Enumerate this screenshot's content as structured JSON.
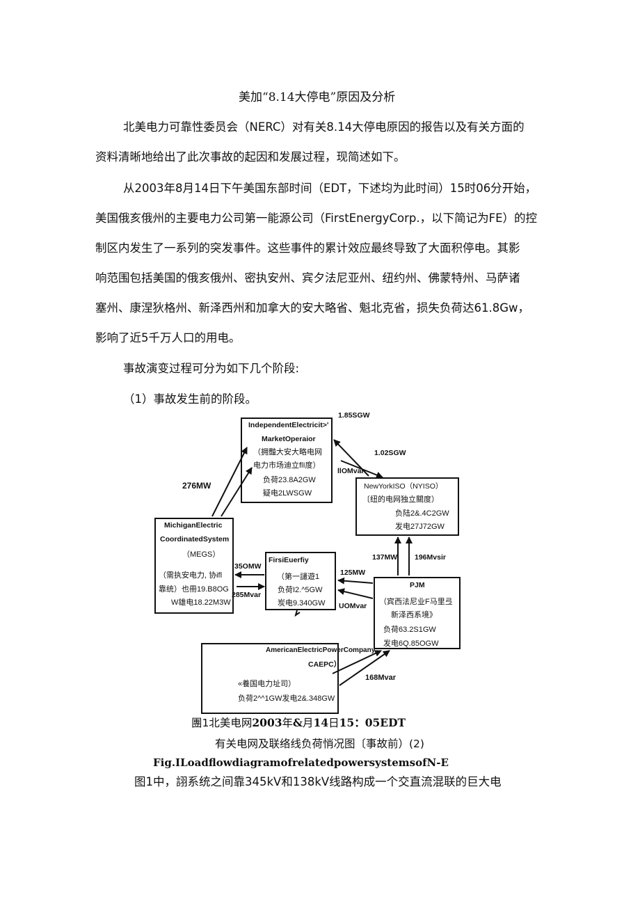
{
  "title": "美加“8.14大停电”原因及分析",
  "paragraphs": {
    "p1_l1": "北美电力可靠性委员会（NERC）对有关8.14大停电原因的报告以及有关方面的",
    "p1_l2": "资料清晰地给出了此次事故的起因和发展过程，现简述如下。",
    "p2_l1": "从2003年8月14日下午美国东部时间（EDT，下述均为此时间）15时06分开始，",
    "p2_l2": "美国俄亥俄州的主要电力公司第一能源公司（FirstEnergyCorp.，以下简记为FE）的控",
    "p2_l3": "制区内发生了一系列的突发事件。这些事件的累计效应最终导致了大面积停电。其影",
    "p2_l4": "响范围包括美国的俄亥俄州、密执安州、宾夕法尼亚州、纽约州、佛蒙特州、马萨诸",
    "p2_l5": "塞州、康涅狄格州、新泽西州和加拿大的安大略省、魁北克省，损失负荷达61.8Gw，",
    "p2_l6": "影响了近5千万人口的用电。",
    "p3": "事故演变过程可分为如下几个阶段:",
    "p4": "（1）事故发生前的阶段。",
    "p5": "图1中，詡系统之间靠345kV和138kV线路构成一个交直流混联的巨大电"
  },
  "diagram": {
    "imo": {
      "l1": "IndependentElectricit>'",
      "l2": "MarketOperaior",
      "l3": "（拥豔大安大略电网",
      "l4": "电力市场迪立flI度）",
      "l5": "负荷23.8A2GW",
      "l6": "疑电2LWSGW"
    },
    "nyiso": {
      "l1": "NewYorkISO（NYISO）",
      "l2": "〔纽的电网独立關度）",
      "l3": "负陆2&.4C2GW",
      "l4": "发电27J72GW"
    },
    "megs": {
      "l1": "MichiganElectric",
      "l2": "CoordinatedSystem",
      "l3": "（MEGS）",
      "l4": "（需执安电力, 协ifl",
      "l5": "靠统）也冊19.B8OG",
      "l6": "W雄电18.22M3W"
    },
    "fe": {
      "l1": "FirsiEuerfiy",
      "l2": "（第一譴遊1",
      "l3": "负荷I2.^5GW",
      "l4": "炭电9.340GW"
    },
    "pjm": {
      "l1": "PJM",
      "l2": "（宾西法尼业F马里弖",
      "l3": "新泽西系境》",
      "l4": "负荷63.2S1GW",
      "l5": "发电6Q.85OGW"
    },
    "aep": {
      "l1": "AmericanElectricPowerCompany",
      "l2": "CAEPC）",
      "l3": "«養国电力址司）",
      "l4": "负荷2^^1GW发电2&.348GW"
    },
    "flows": {
      "f1": "1.85SGW",
      "f2": "1.02SGW",
      "f3": "llOMvar",
      "f4": "276MW",
      "f5": "35OMW",
      "f6": "285Mvar",
      "f7": "125MW",
      "f8": "UOMvar",
      "f9": "137MW",
      "f10": "196Mvsir",
      "f11": "168Mvar"
    }
  },
  "caption": {
    "cn1_a": "團1北美电网",
    "cn1_b": "2003",
    "cn1_c": "年",
    "cn1_d": "&",
    "cn1_e": "月",
    "cn1_f": "14",
    "cn1_g": "日",
    "cn1_h": "15：05EDT",
    "cn2": "有关电网及联络线负荷悄况图〔事故前）(2)",
    "en": "Fig.ILoadflowdiagramofrelatedpowersystemsofN-E"
  }
}
